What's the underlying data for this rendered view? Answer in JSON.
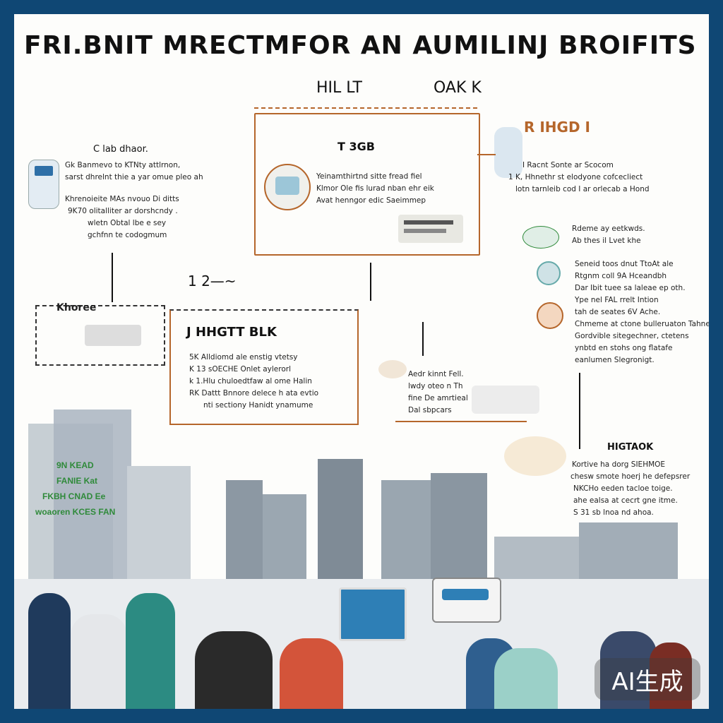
{
  "poster": {
    "title": "FRI.BNIT MRECTMFOR AN AUMILINJ BROIFITS",
    "subtitle_left": "HIL LT",
    "subtitle_right": "OAK K",
    "center_box": {
      "header": "T 3GB",
      "lines": [
        "Yeinamthirtnd sitte fread fiel",
        "Klmor Ole fis lurad nban ehr eik",
        "Avat henngor edic Saeimmep"
      ]
    },
    "left_panel": {
      "header": "C lab  dhaor.",
      "lines": [
        "Gk Banmevo to KTNty attlrnon,",
        "sarst dhrelnt thie a yar omue pleo ah",
        "Khrenoieite MAs nvouo Di ditts",
        "9K70 olitalliter ar dorshcndy .",
        "wletn Obtal lbe e sey",
        "gchfnn te codogmum"
      ]
    },
    "right_top": {
      "header": "R IHGD I",
      "lines": [
        "I Racnt Sonte ar Scocom",
        "1 K, Hhnethr st elodyone cofcecliect",
        "lotn tarnleib cod I ar orlecab a Hond"
      ]
    },
    "right_items": [
      {
        "lines": [
          "Rdeme ay eetkwds.",
          "Ab thes il Lvet khe"
        ]
      },
      {
        "lines": [
          "Seneid toos dnut TtoAt ale",
          "Rtgnm coll 9A Hceandbh",
          "Dar Ibit tuee sa laleae ep oth.",
          "Ype nel FAL rrelt Intion",
          "tah de seates 6V Ache.",
          "Chmeme at ctone bulleruaton Tahne",
          "Gordvible sitegechner, ctetens",
          "ynbtd en stohs ong flatafe",
          "eanlumen Slegronigt."
        ]
      }
    ],
    "bottom_left_box": {
      "header": "J HHGTT  BLK",
      "lines": [
        "5K Alldiomd ale enstig vtetsy",
        "K 13 sOECHE Onlet aylerorl",
        "k 1.Hlu chuloedtfaw al ome Halin",
        "RK Dattt  Bnnore delece h ata evtio",
        "nti sectiony Hanidt ynamume"
      ]
    },
    "middle_right": {
      "lines": [
        "Aedr kinnt Fell.",
        "lwdy oteo n Th",
        "fine De amrtieal",
        "Dal sbpcars"
      ]
    },
    "bottom_right": {
      "header": "HIGTAOK",
      "lines": [
        "Kortive ha dorg SIEHMOE",
        "chesw smote hoerj he defepsrer",
        "NKCHo eeden tacloe toige.",
        "ahe ealsa at cecrt gne itme.",
        "S 31 sb lnoa nd ahoa."
      ]
    },
    "left_gridline": "Khoree",
    "green_text": [
      "9N  KEAD",
      "FANIE  Kat",
      "FKBH  CNAD Ee",
      "woaoren KCES  FAN"
    ],
    "badge": "AI生成",
    "colors": {
      "frame": "#0f4774",
      "accent": "#b5662b",
      "green": "#2f8a3a",
      "blue": "#2e7fb6"
    },
    "flow_marks": {
      "arrow_text": "1 2—~"
    }
  }
}
